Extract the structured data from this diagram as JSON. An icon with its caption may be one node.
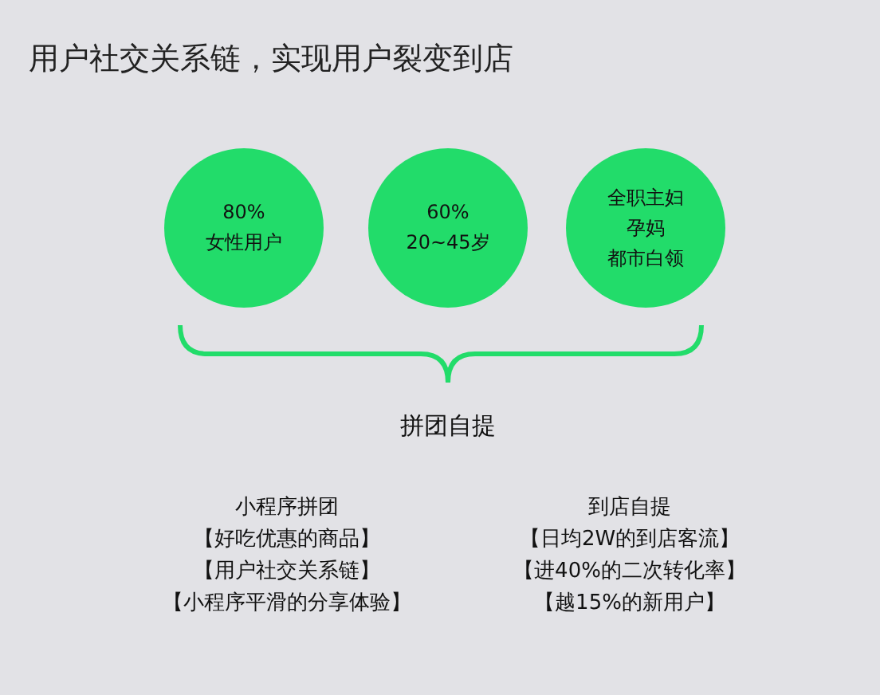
{
  "diagram": {
    "title": "用户社交关系链，实现用户裂变到店",
    "nodes": [
      {
        "text": [
          "80%",
          "女性用户"
        ]
      },
      {
        "text": [
          "60%",
          "20~45岁"
        ]
      },
      {
        "text": [
          "全职主妇",
          "孕妈",
          "都市白领"
        ]
      }
    ],
    "labels": [
      "拼团自提",
      "小程序拼团",
      "【好吃优惠的商品】",
      "【用户社交关系链】",
      "【小程序平滑的分享体验】",
      "到店自提",
      "【日均2W的到店客流】",
      "【进40%的二次转化率】",
      "【越15%的新用户】"
    ]
  }
}
